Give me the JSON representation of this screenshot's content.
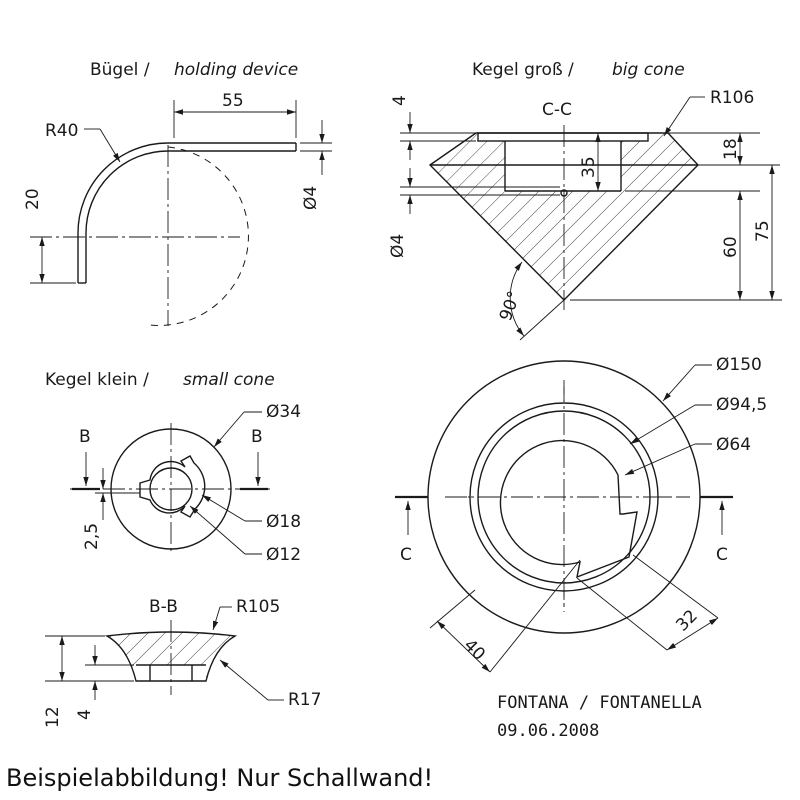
{
  "holding": {
    "title_de": "Bügel /",
    "title_en": "holding device",
    "dim_55": "55",
    "r40": "R40",
    "dim_20": "20",
    "dia4": "Ø4"
  },
  "big_cone": {
    "title_de": "Kegel groß /",
    "title_en": "big cone",
    "section": "C-C",
    "dim_4": "4",
    "r106": "R106",
    "dim_35": "35",
    "dim_18": "18",
    "dim_75": "75",
    "dim_60": "60",
    "dia4": "Ø4",
    "angle": "90°"
  },
  "small_cone": {
    "title_de": "Kegel klein /",
    "title_en": "small cone",
    "dia34": "Ø34",
    "b_left": "B",
    "b_right": "B",
    "dim_25": "2,5",
    "dia18": "Ø18",
    "dia12": "Ø12"
  },
  "section_bb": {
    "title": "B-B",
    "r105": "R105",
    "r17": "R17",
    "dim_12": "12",
    "dim_4": "4"
  },
  "top_view": {
    "dia150": "Ø150",
    "dia945": "Ø94,5",
    "dia64": "Ø64",
    "c_left": "C",
    "c_right": "C",
    "dim_40": "40",
    "dim_32": "32"
  },
  "footer": {
    "project": "FONTANA / FONTANELLA",
    "date": "09.06.2008"
  },
  "caption": "Beispielabbildung! Nur Schallwand!"
}
